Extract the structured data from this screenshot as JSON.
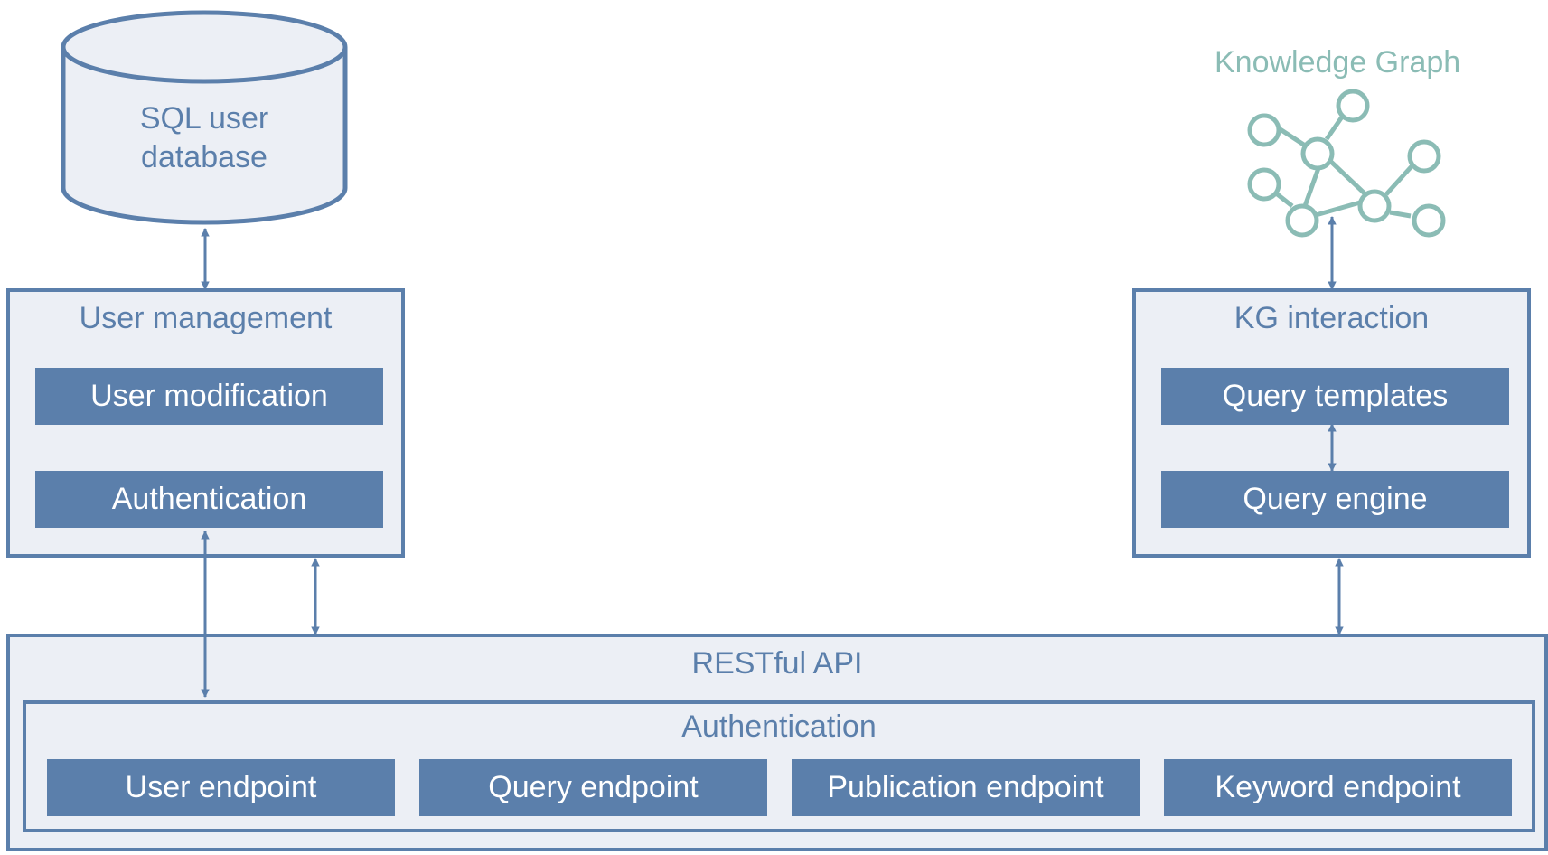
{
  "database": {
    "label_line1": "SQL user",
    "label_line2": "database"
  },
  "knowledge_graph": {
    "title": "Knowledge Graph",
    "icon": "graph-network-icon",
    "color": "#8bbcb5"
  },
  "user_management": {
    "title": "User management",
    "items": [
      "User modification",
      "Authentication"
    ]
  },
  "kg_interaction": {
    "title": "KG interaction",
    "items": [
      "Query templates",
      "Query engine"
    ]
  },
  "restful_api": {
    "title": "RESTful API",
    "authentication": {
      "title": "Authentication",
      "endpoints": [
        "User endpoint",
        "Query endpoint",
        "Publication endpoint",
        "Keyword endpoint"
      ]
    }
  },
  "colors": {
    "primary": "#5b7fab",
    "panel_fill": "#eceff5",
    "graph": "#8bbcb5"
  }
}
